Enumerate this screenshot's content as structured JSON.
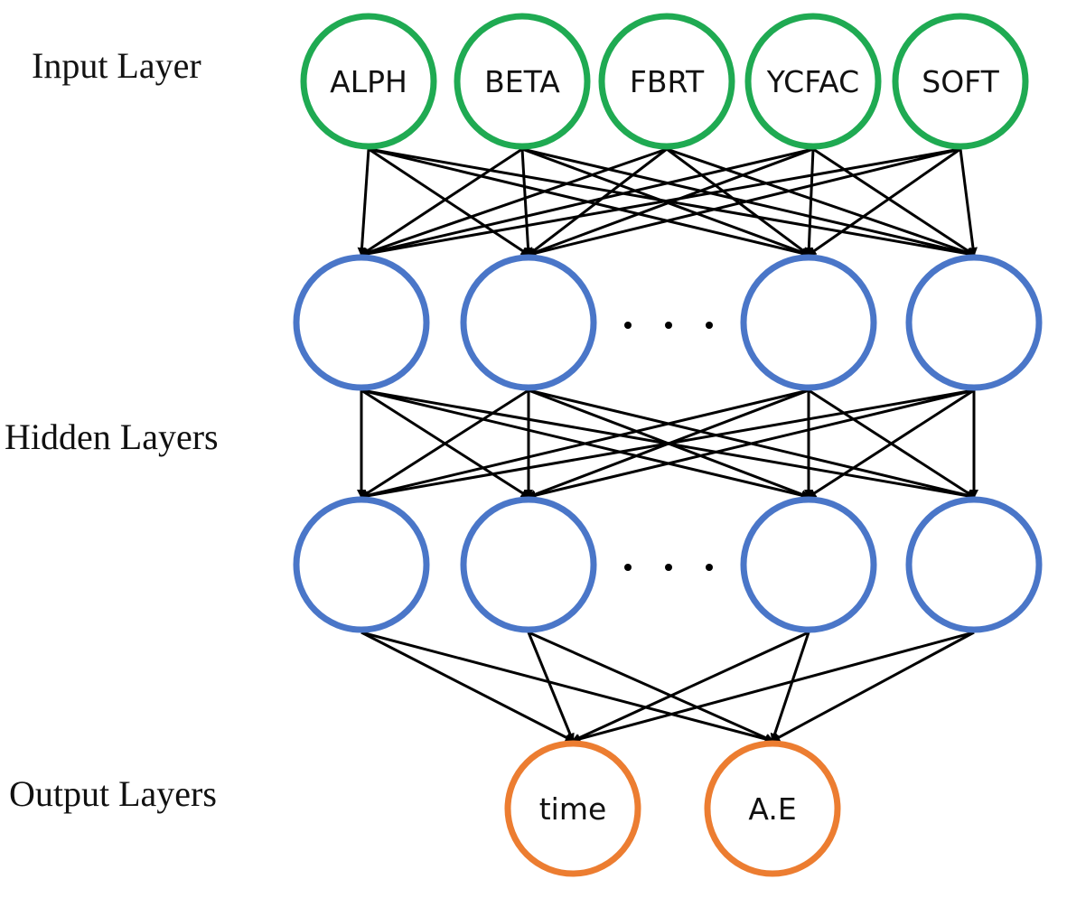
{
  "title": "Neural network architecture",
  "layer_labels": {
    "input": "Input Layer",
    "hidden": "Hidden Layers",
    "output": "Output Layers"
  },
  "colors": {
    "input_node": "#1faa52",
    "hidden_node": "#4a76c8",
    "output_node": "#ec7d31",
    "edge": "#000000"
  },
  "layers": [
    {
      "id": "input",
      "type": "input",
      "nodes": [
        "ALPH",
        "BETA",
        "FBRT",
        "YCFAC",
        "SOFT"
      ]
    },
    {
      "id": "hidden1",
      "type": "hidden",
      "nodes": [
        "",
        "",
        "",
        ""
      ],
      "ellipsis": "· · ·"
    },
    {
      "id": "hidden2",
      "type": "hidden",
      "nodes": [
        "",
        "",
        "",
        ""
      ],
      "ellipsis": "· · ·"
    },
    {
      "id": "output",
      "type": "output",
      "nodes": [
        "time",
        "A.E"
      ]
    }
  ],
  "connections": "fully-connected between consecutive layers"
}
